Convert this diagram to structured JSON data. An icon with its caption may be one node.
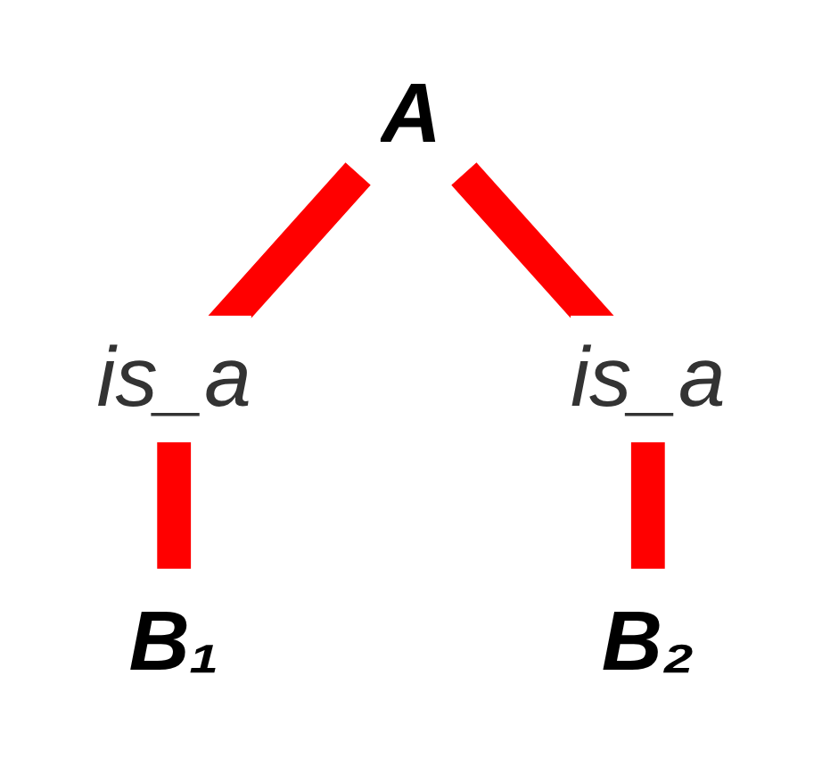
{
  "diagram": {
    "nodes": [
      {
        "text": [
          "A"
        ]
      },
      {
        "text": [
          "B₁"
        ]
      },
      {
        "text": [
          "B₂"
        ]
      }
    ],
    "edges": [
      {
        "from": 0,
        "to": 1,
        "arrow": "none",
        "label": "is_a",
        "color": "#ff0000"
      },
      {
        "from": 0,
        "to": 2,
        "arrow": "none",
        "label": "is_a",
        "color": "#ff0000"
      }
    ]
  }
}
